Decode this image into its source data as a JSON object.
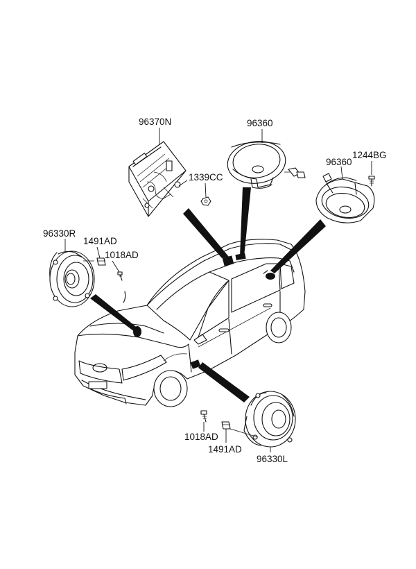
{
  "parts": {
    "amplifier": "96370N",
    "nut_amp": "1339CC",
    "rear_speaker_left": "96360",
    "rear_speaker_right": "96360",
    "screw_rear": "1244BG",
    "front_speaker_right": "96330R",
    "clip_right": "1491AD",
    "screw_right": "1018AD",
    "screw_left": "1018AD",
    "clip_left": "1491AD",
    "front_speaker_left": "96330L"
  }
}
